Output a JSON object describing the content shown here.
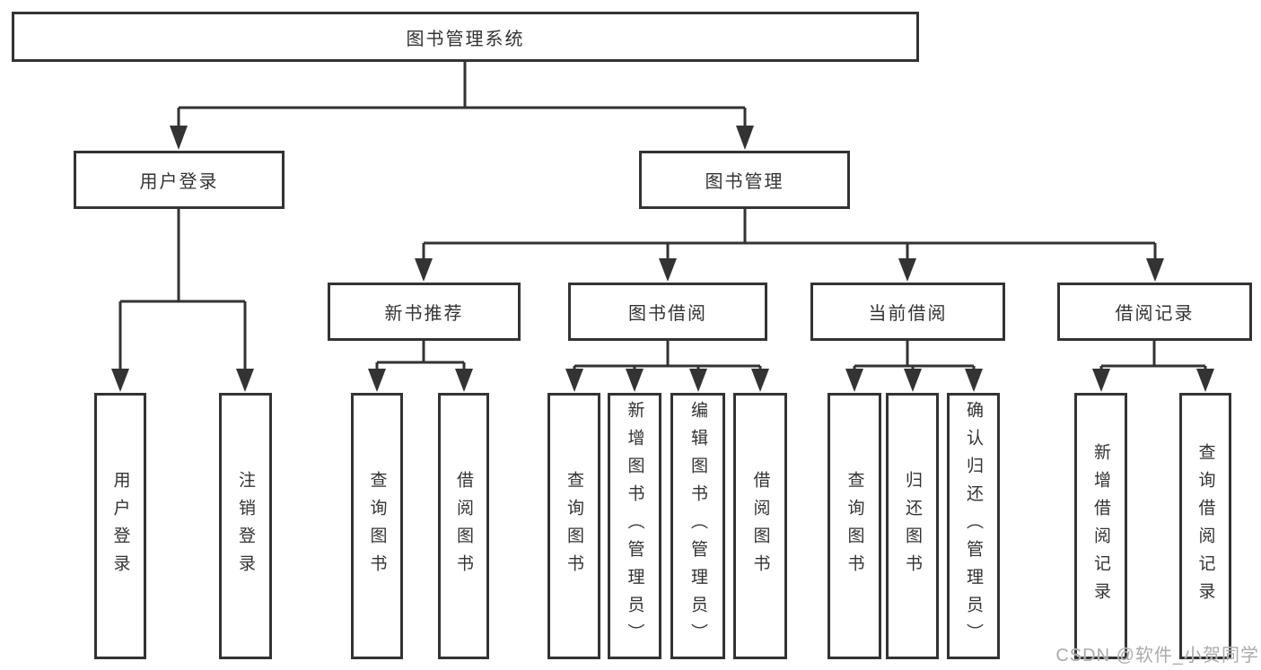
{
  "colors": {
    "line": "#333333",
    "box_border": "#333333",
    "box_fill": "#ffffff",
    "text": "#333333",
    "watermark_text": "#ababab",
    "background": "#ffffff"
  },
  "tree": {
    "root": {
      "label": "图书管理系统"
    },
    "branches": [
      {
        "label": "用户登录",
        "children": [
          {
            "label": "用户登录"
          },
          {
            "label": "注销登录"
          }
        ]
      },
      {
        "label": "图书管理",
        "children": [
          {
            "label": "新书推荐",
            "children": [
              {
                "label": "查询图书"
              },
              {
                "label": "借阅图书"
              }
            ]
          },
          {
            "label": "图书借阅",
            "children": [
              {
                "label": "查询图书"
              },
              {
                "label": "新增图书（管理员）"
              },
              {
                "label": "编辑图书（管理员）"
              },
              {
                "label": "借阅图书"
              }
            ]
          },
          {
            "label": "当前借阅",
            "children": [
              {
                "label": "查询图书"
              },
              {
                "label": "归还图书"
              },
              {
                "label": "确认归还（管理员）"
              }
            ]
          },
          {
            "label": "借阅记录",
            "children": [
              {
                "label": "新增借阅记录"
              },
              {
                "label": "查询借阅记录"
              }
            ]
          }
        ]
      }
    ]
  },
  "watermark": {
    "text": "CSDN @软件_小贺同学"
  }
}
